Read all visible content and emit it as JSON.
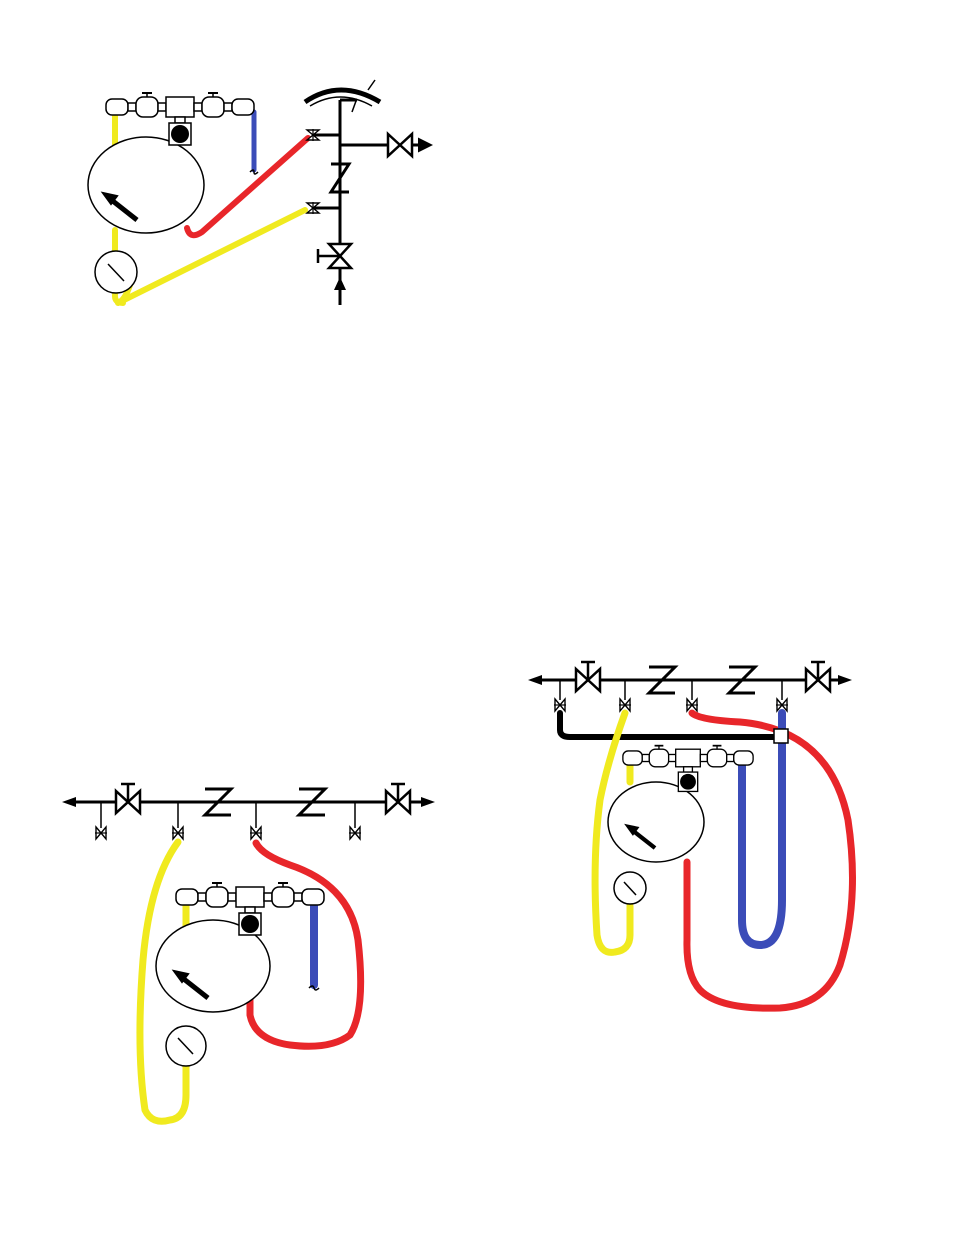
{
  "page": {
    "background": "#ffffff"
  },
  "colors": {
    "high_hose": "#e8262a",
    "low_hose": "#f0ea1f",
    "bypass_hose": "#3b4cb8",
    "vent_hose": "#000000",
    "line": "#000000"
  },
  "icons": [
    "gate-valve-icon",
    "check-valve-icon",
    "test-cock-icon",
    "differential-gauge-icon",
    "manifold-icon",
    "relief-vent-icon",
    "flow-arrow-icon"
  ],
  "diagrams": [
    {
      "id": "pvb-test-setup",
      "hoses": [
        "high_hose",
        "low_hose",
        "bypass_hose"
      ]
    },
    {
      "id": "dcva-test-setup",
      "hoses": [
        "high_hose",
        "low_hose",
        "bypass_hose"
      ]
    },
    {
      "id": "dcva-bypass-test-setup",
      "hoses": [
        "high_hose",
        "low_hose",
        "bypass_hose",
        "vent_hose"
      ]
    }
  ]
}
